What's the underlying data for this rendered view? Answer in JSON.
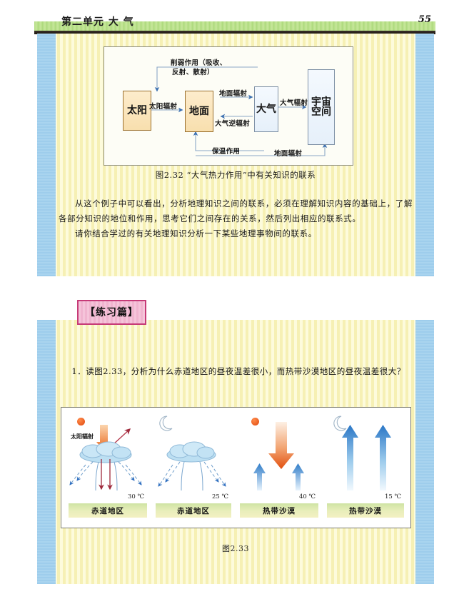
{
  "header": {
    "title": "第二单元  大  气",
    "page_number": "55"
  },
  "section1": {
    "figure": {
      "caption": "图2.32  “大气热力作用”中有关知识的联系",
      "nodes": [
        {
          "id": "sun",
          "label": "太阳",
          "style": "warm"
        },
        {
          "id": "ground",
          "label": "地面",
          "style": "warm"
        },
        {
          "id": "atmos",
          "label": "大气",
          "style": "cool"
        },
        {
          "id": "space",
          "label": "宇宙空间",
          "style": "cool"
        }
      ],
      "edge_labels": {
        "weakening": "削弱作用（吸收、\n反射、散射）",
        "weakening_line1": "削弱作用（吸收、",
        "weakening_line2": "反射、散射）",
        "solar_radiation": "太阳辐射",
        "ground_radiation_top": "地面辐射",
        "atmos_radiation": "大气辐射",
        "back_radiation": "大气逆辐射",
        "insulation": "保温作用",
        "ground_radiation_bottom": "地面辐射"
      }
    },
    "paragraphs": [
      "从这个例子中可以看出，分析地理知识之间的联系，必须在理解知识内容的基础上，了解各部分知识的地位和作用，思考它们之间存在的关系，然后列出相应的联系式。",
      "请你结合学过的有关地理知识分析一下某些地理事物间的联系。"
    ]
  },
  "section2": {
    "badge": "【练习篇】",
    "question": "1．读图2.33，分析为什么赤道地区的昼夜温差很小，而热带沙漠地区的昼夜温差很大？",
    "figure": {
      "caption": "图2.33",
      "panels": [
        {
          "id": "equator-day",
          "ground_label": "赤道地区",
          "temperature": "30 ℃",
          "celestial": "sun",
          "radiation_label": "太阳辐射",
          "has_cloud": true
        },
        {
          "id": "equator-night",
          "ground_label": "赤道地区",
          "temperature": "25 ℃",
          "celestial": "moon",
          "radiation_label": "",
          "has_cloud": true
        },
        {
          "id": "desert-day",
          "ground_label": "热带沙漠",
          "temperature": "40 ℃",
          "celestial": "sun",
          "radiation_label": "",
          "has_cloud": false
        },
        {
          "id": "desert-night",
          "ground_label": "热带沙漠",
          "temperature": "15 ℃",
          "celestial": "moon",
          "radiation_label": "",
          "has_cloud": false
        }
      ]
    }
  },
  "colors": {
    "header_green": "#b8de88",
    "edge_blue": "#9ecdec",
    "badge_pink": "#f0b4cf",
    "badge_border": "#c63a77",
    "warm_box": "#f8dfae",
    "cool_box": "#e6f0fa",
    "sun_orange": "#e0490f",
    "arrow_blue": "#2f6fc0",
    "ground_green": "#cfe3a4"
  }
}
